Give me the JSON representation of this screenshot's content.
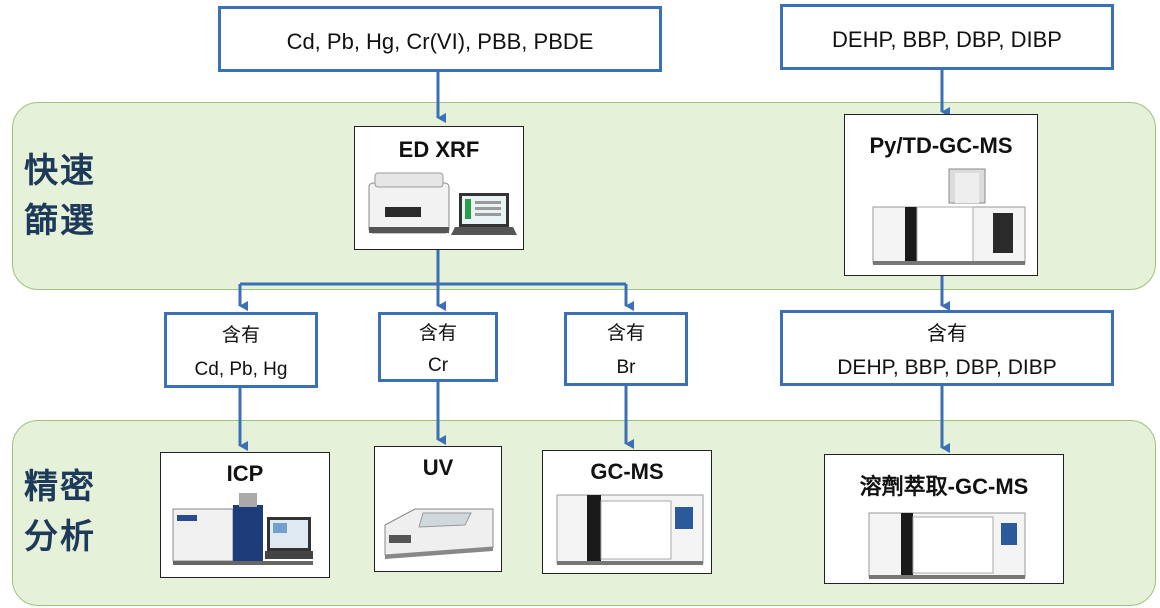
{
  "top_inputs": {
    "elements": "Cd, Pb, Hg, Cr(VI), PBB, PBDE",
    "phthalates": "DEHP, BBP, DBP, DIBP"
  },
  "sections": {
    "screening": [
      "快速",
      "篩選"
    ],
    "analysis": [
      "精密",
      "分析"
    ]
  },
  "screening_instruments": {
    "xrf": "ED XRF",
    "pytd": "Py/TD-GC-MS"
  },
  "branches": [
    {
      "line1": "含有",
      "line2": "Cd, Pb, Hg"
    },
    {
      "line1": "含有",
      "line2": "Cr"
    },
    {
      "line1": "含有",
      "line2": "Br"
    },
    {
      "line1": "含有",
      "line2": "DEHP, BBP, DBP, DIBP"
    }
  ],
  "analysis_instruments": {
    "icp": "ICP",
    "uv": "UV",
    "gcms": "GC-MS",
    "solvent": "溶劑萃取-GC-MS"
  },
  "colors": {
    "box_border": "#3b6fb6",
    "arrow": "#3b6fb6",
    "band_fill": "#e6f1d9",
    "band_border": "#9ec27d"
  }
}
